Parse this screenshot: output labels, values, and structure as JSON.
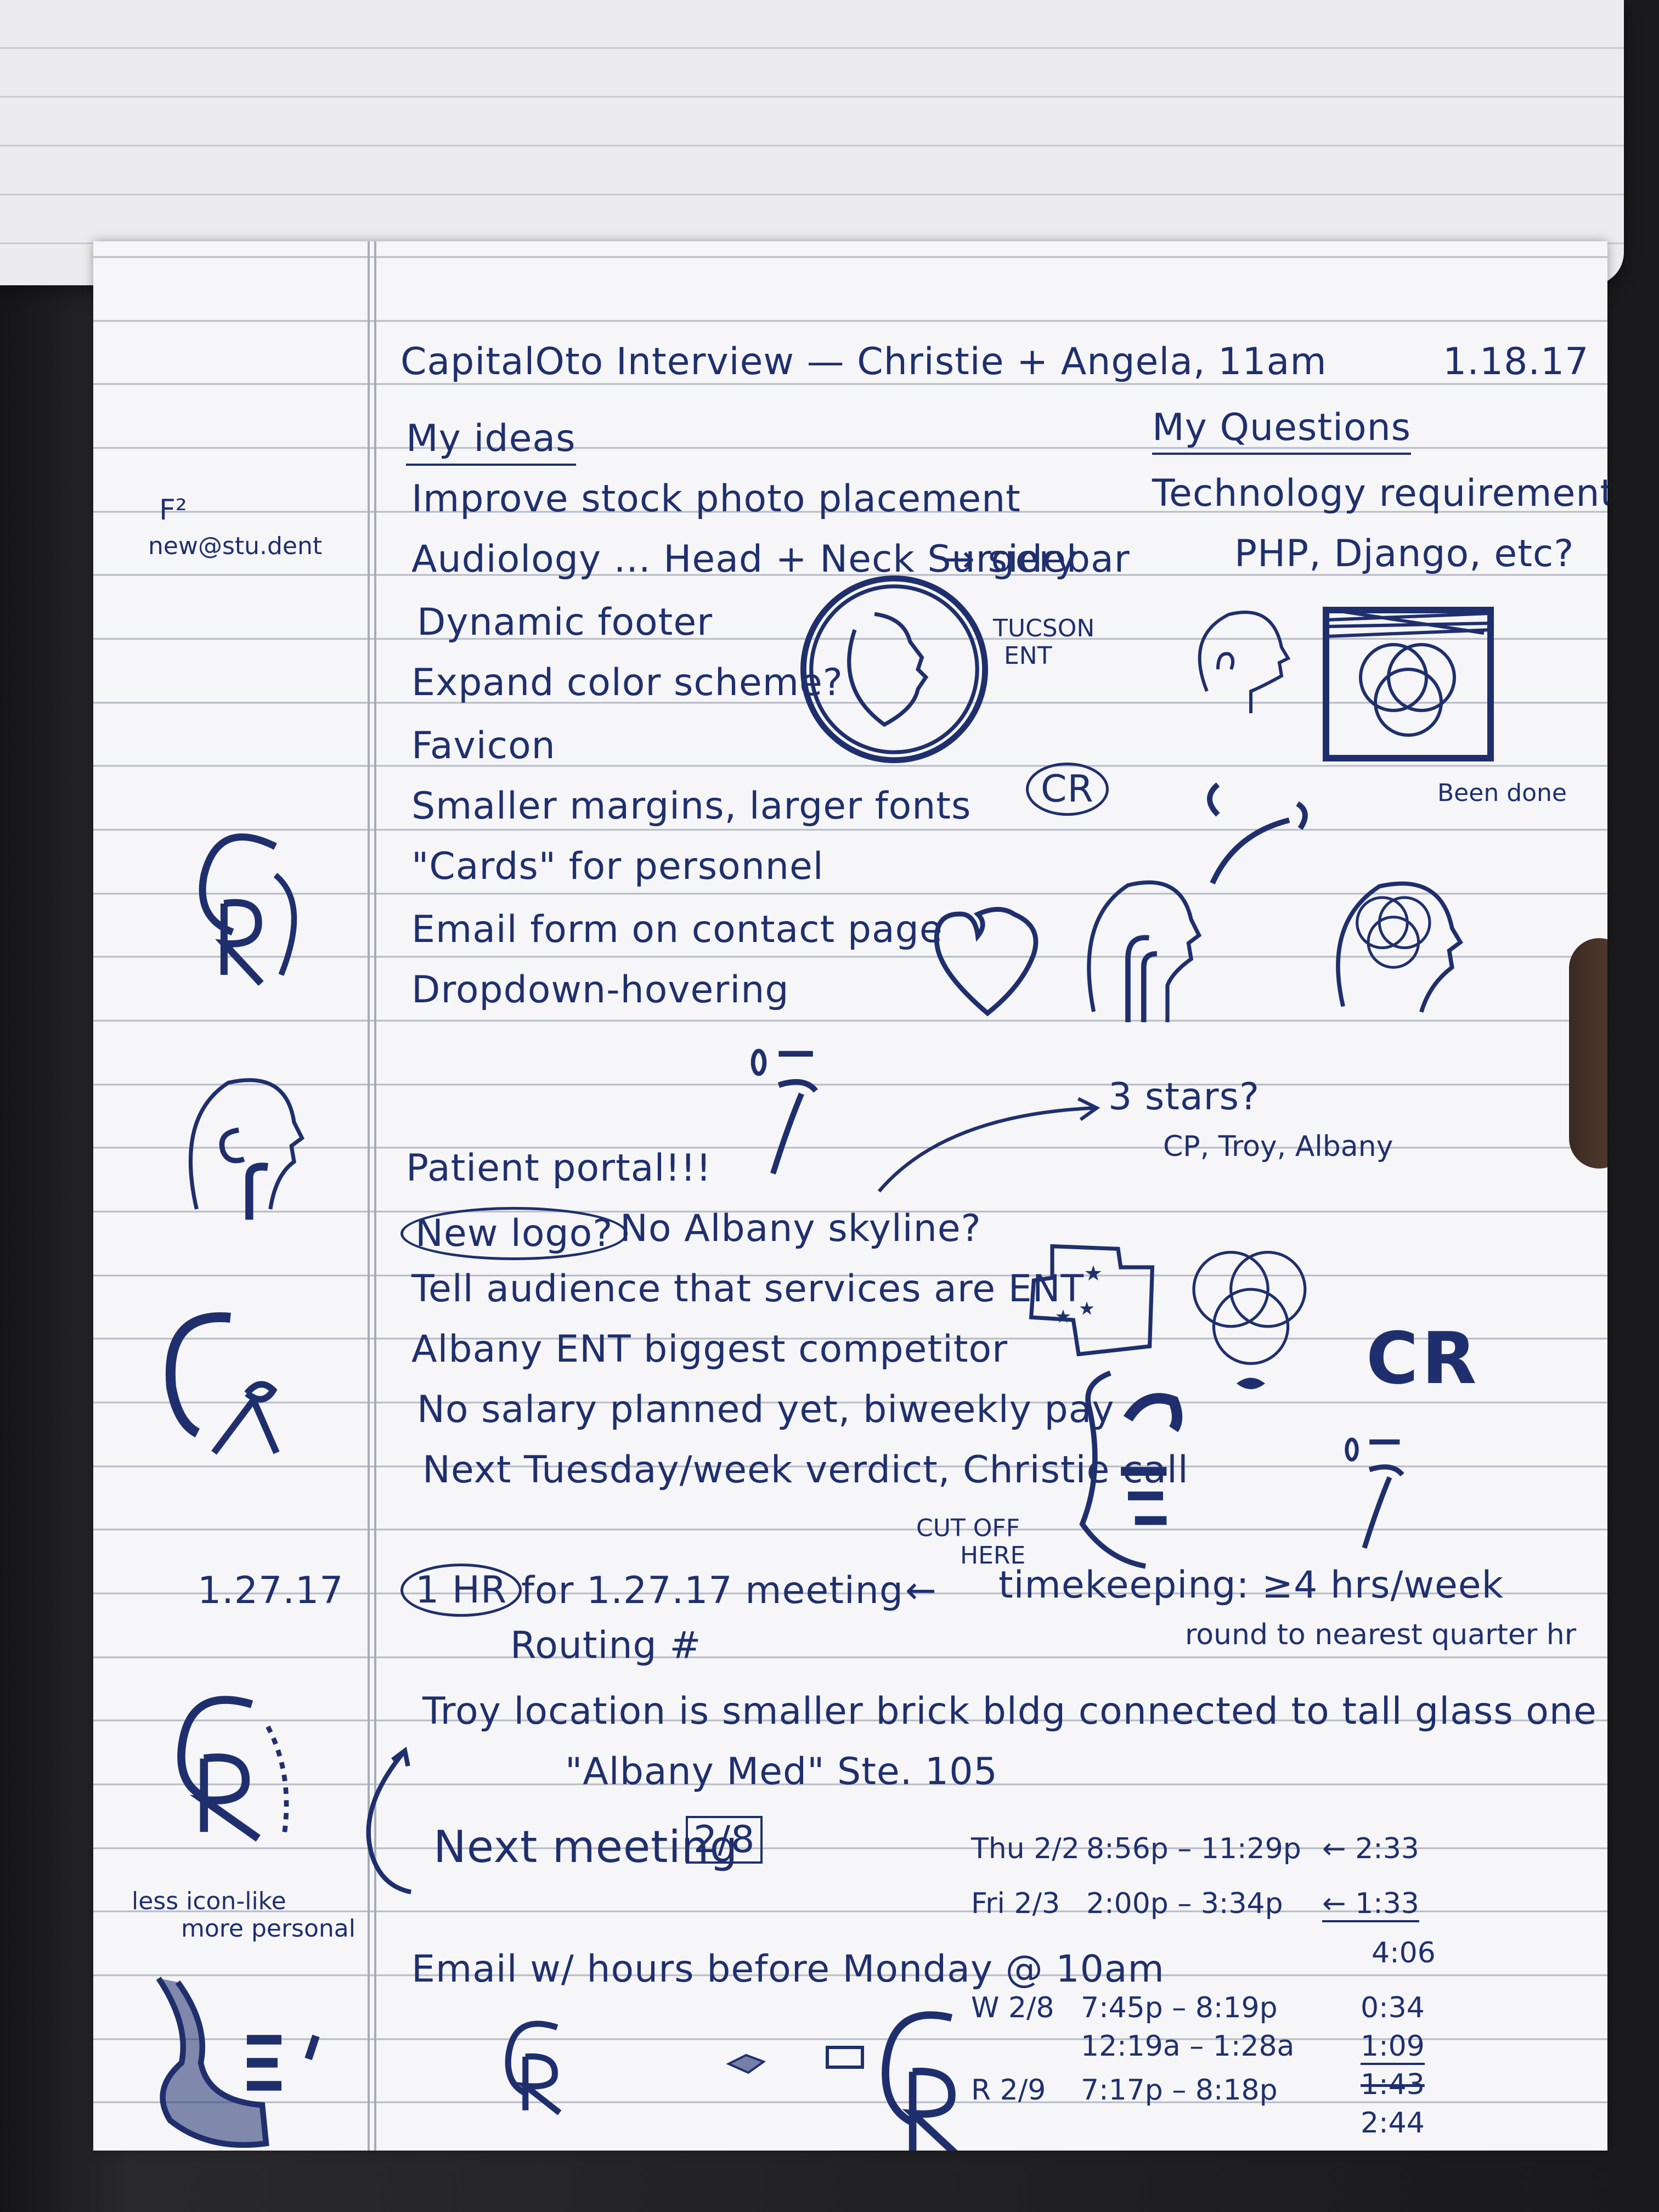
{
  "header": {
    "title": "CapitalOto Interview — Christie + Angela, 11am",
    "date": "1.18.17"
  },
  "margin": {
    "email_sup": "F²",
    "email": "new@stu.dent",
    "date2": "1.27.17",
    "logo_note": [
      "less icon-like",
      "more personal"
    ]
  },
  "ideas": {
    "heading": "My ideas",
    "items": [
      "Improve stock photo placement",
      "Audiology ... Head + Neck Surgery",
      "Dynamic footer",
      "Expand color scheme?",
      "Favicon",
      "Smaller margins, larger fonts",
      "\"Cards\" for personnel",
      "Email form on contact page",
      "Dropdown-hovering"
    ],
    "sidebar_arrow": "→ sidebar"
  },
  "questions": {
    "heading": "My Questions",
    "items": [
      "Technology requirements?",
      "PHP, Django, etc?"
    ]
  },
  "sketch_labels": {
    "tucson": [
      "TUCSON",
      "ENT"
    ],
    "cr_circle": "CR",
    "been_done": "Been done",
    "cr_big": "CR",
    "cut_off": [
      "CUT OFF",
      "HERE"
    ]
  },
  "stars": {
    "title": "3 stars?",
    "list": "CP, Troy, Albany"
  },
  "notes": [
    "Patient portal!!!",
    "New logo?",
    "No Albany skyline?",
    "Tell audience that services are ENT",
    "Albany ENT biggest competitor",
    "No salary planned yet, biweekly pay",
    "Next Tuesday/week verdict, Christie call"
  ],
  "meeting": {
    "hr": "1 HR",
    "text": "for 1.27.17 meeting",
    "arrow": "←",
    "timekeeping": "timekeeping: ≥4 hrs/week",
    "round": "round to nearest quarter hr",
    "routing": "Routing #",
    "troy": "Troy location is smaller brick bldg connected to tall glass one by DBBQ",
    "albany_med": "\"Albany Med\" Ste. 105",
    "next_meeting": "Next meeting",
    "next_date": "2/8",
    "email_hours": "Email w/ hours before Monday @ 10am"
  },
  "hours": [
    {
      "day": "Thu 2/2",
      "time": "8:56p – 11:29p",
      "total": "← 2:33"
    },
    {
      "day": "Fri 2/3",
      "time": "2:00p – 3:34p",
      "total": "← 1:33"
    }
  ],
  "subtotal": "4:06",
  "hours2": [
    {
      "day": "W 2/8",
      "time": "7:45p – 8:19p",
      "total": "0:34"
    },
    {
      "day": "",
      "time": "12:19a – 1:28a",
      "total": "1:09"
    },
    {
      "day": "R 2/9",
      "time": "7:17p – 8:18p",
      "total": "1:43"
    }
  ],
  "final_total": "2:44"
}
